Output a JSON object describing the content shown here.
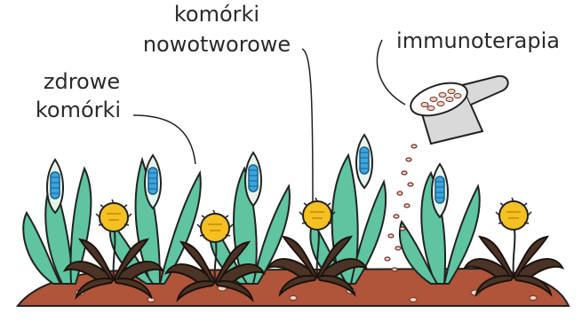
{
  "labels": {
    "healthy_line1": "zdrowe",
    "healthy_line2": "komórki",
    "cancer_line1": "komórki",
    "cancer_line2": "nowotworowe",
    "therapy": "immunoterapia"
  },
  "colors": {
    "soil": "#b0553a",
    "leaf": "#5fc4a0",
    "spathe": "#e6f4ec",
    "spadix": "#39a6e0",
    "dandelion": "#f5c022",
    "weed_leaf": "#4b3326",
    "scoop": "#d9d9d9",
    "seed": "#f2d2c6"
  }
}
